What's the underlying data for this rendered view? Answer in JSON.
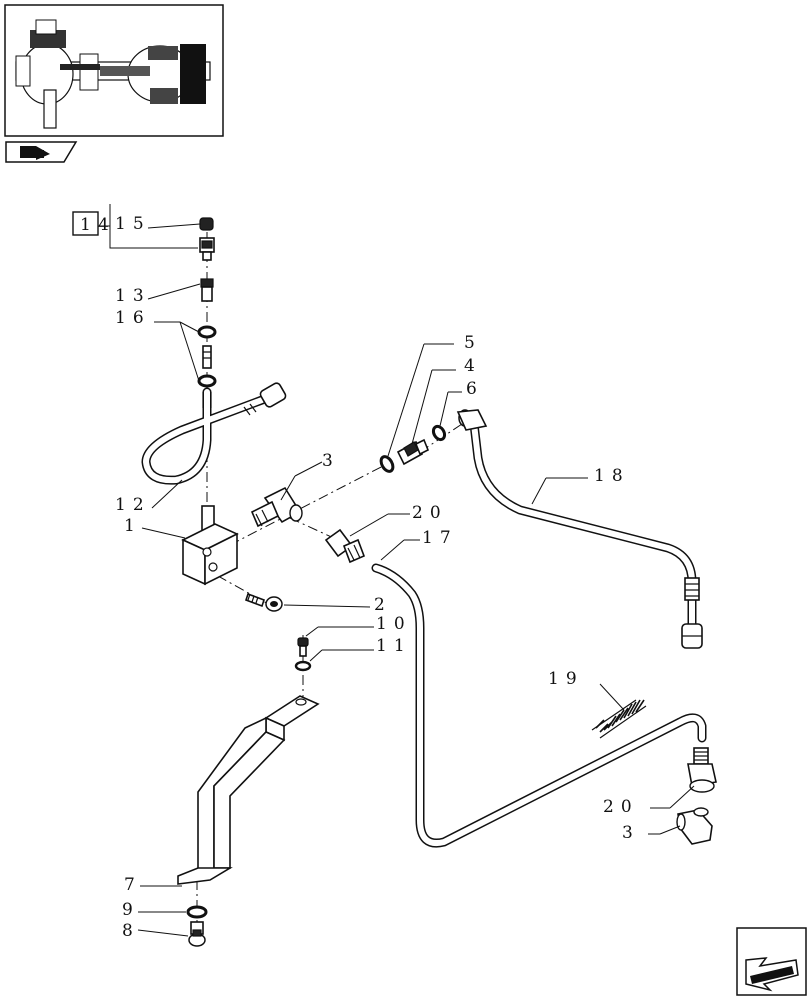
{
  "diagram": {
    "group_ref_box": "1",
    "group_ref_rest": "4",
    "labels": {
      "l15": "15",
      "l13": "13",
      "l16": "16",
      "l12": "12",
      "l1": "1",
      "l3a": "3",
      "l5": "5",
      "l4": "4",
      "l6": "6",
      "l18": "18",
      "l20a": "20",
      "l17": "17",
      "l2": "2",
      "l10": "10",
      "l11": "11",
      "l19": "19",
      "l20b": "20",
      "l3b": "3",
      "l7": "7",
      "l9": "9",
      "l8": "8"
    }
  },
  "icons": {
    "thumbnail": "axle-assembly-thumbnail",
    "nav_top": "book-arrow-icon",
    "nav_bottom": "next-page-arrow-icon"
  }
}
